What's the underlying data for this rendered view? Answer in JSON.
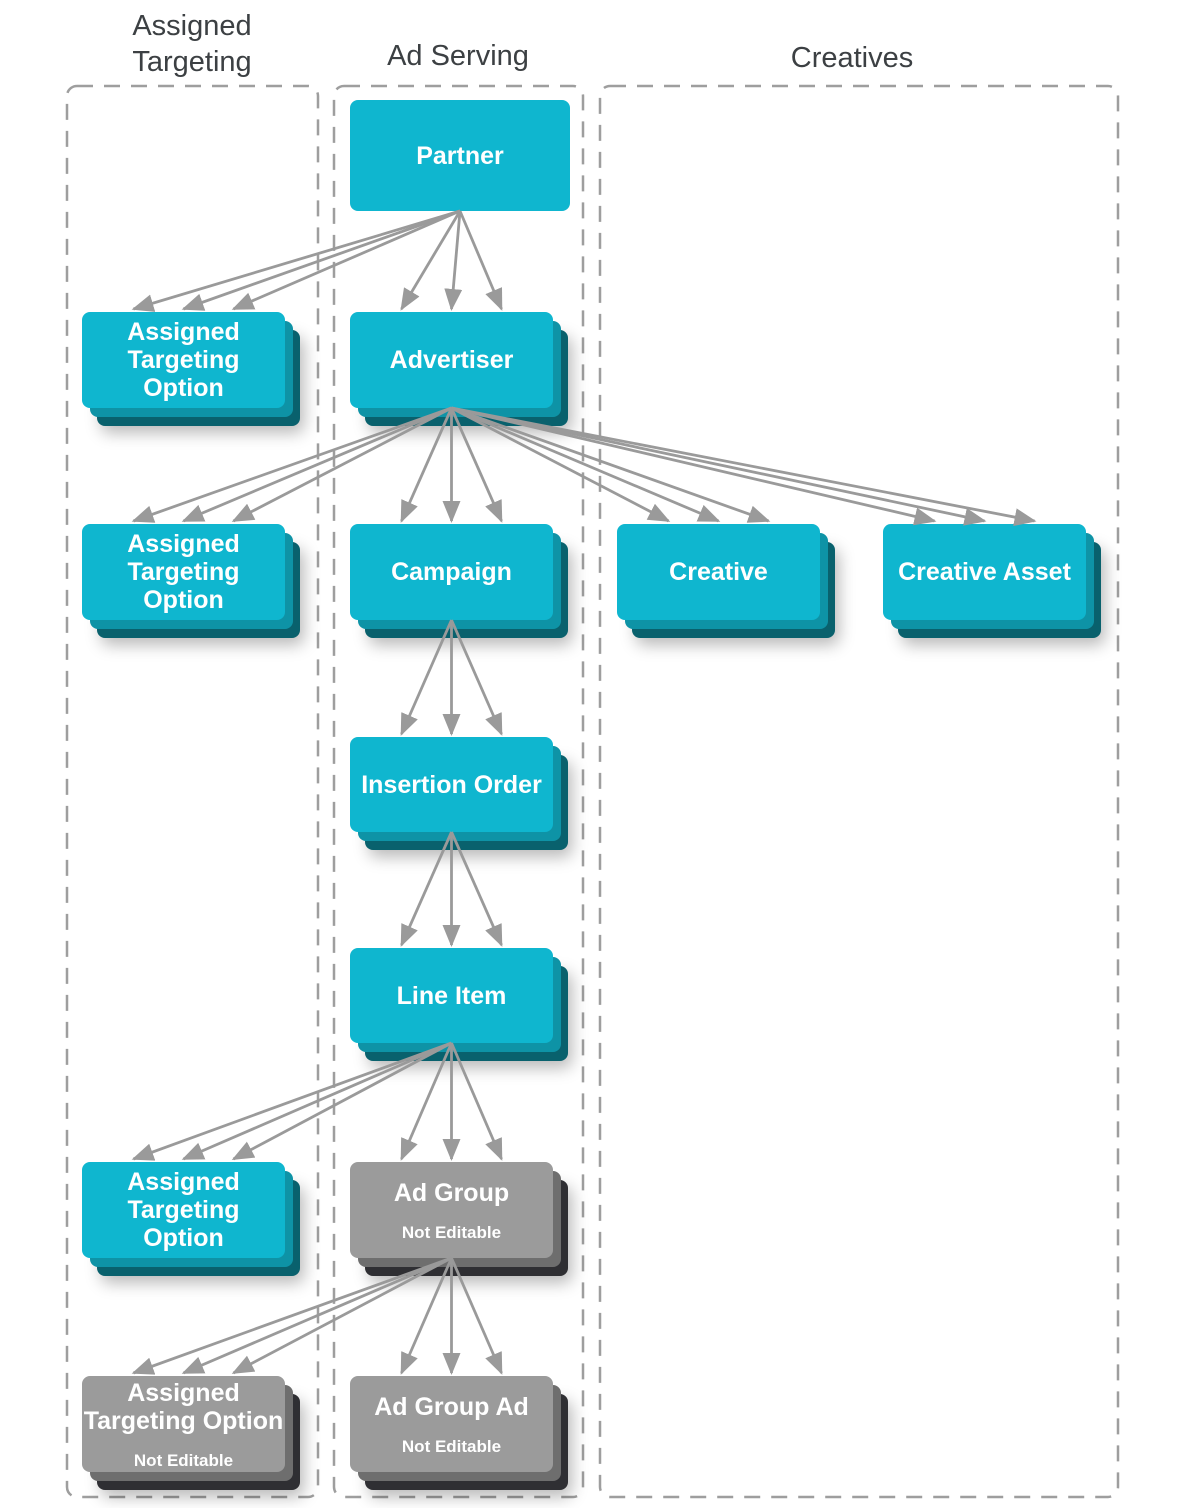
{
  "columns": [
    {
      "id": "assigned-targeting",
      "title": "Assigned Targeting"
    },
    {
      "id": "ad-serving",
      "title": "Ad Serving"
    },
    {
      "id": "creatives",
      "title": "Creatives"
    }
  ],
  "nodes": [
    {
      "id": "partner",
      "label": "Partner",
      "column": "ad-serving",
      "style": "cyan",
      "stacked": false
    },
    {
      "id": "ato-partner",
      "label": "Assigned\nTargeting\nOption",
      "column": "assigned-targeting",
      "style": "cyan",
      "stacked": true
    },
    {
      "id": "advertiser",
      "label": "Advertiser",
      "column": "ad-serving",
      "style": "cyan",
      "stacked": true
    },
    {
      "id": "ato-advertiser",
      "label": "Assigned\nTargeting\nOption",
      "column": "assigned-targeting",
      "style": "cyan",
      "stacked": true
    },
    {
      "id": "campaign",
      "label": "Campaign",
      "column": "ad-serving",
      "style": "cyan",
      "stacked": true
    },
    {
      "id": "creative",
      "label": "Creative",
      "column": "creatives",
      "style": "cyan",
      "stacked": true
    },
    {
      "id": "creative-asset",
      "label": "Creative Asset",
      "column": "creatives",
      "style": "cyan",
      "stacked": true
    },
    {
      "id": "insertion-order",
      "label": "Insertion Order",
      "column": "ad-serving",
      "style": "cyan",
      "stacked": true
    },
    {
      "id": "line-item",
      "label": "Line Item",
      "column": "ad-serving",
      "style": "cyan",
      "stacked": true
    },
    {
      "id": "ato-line-item",
      "label": "Assigned\nTargeting\nOption",
      "column": "assigned-targeting",
      "style": "cyan",
      "stacked": true
    },
    {
      "id": "ad-group",
      "label": "Ad Group",
      "sublabel": "Not Editable",
      "column": "ad-serving",
      "style": "gray",
      "stacked": true
    },
    {
      "id": "ato-ad-group",
      "label": "Assigned\nTargeting Option",
      "sublabel": "Not Editable",
      "column": "assigned-targeting",
      "style": "gray",
      "stacked": true
    },
    {
      "id": "ad-group-ad",
      "label": "Ad Group Ad",
      "sublabel": "Not Editable",
      "column": "ad-serving",
      "style": "gray",
      "stacked": true
    }
  ],
  "edges": [
    {
      "from": "partner",
      "to": "ato-partner"
    },
    {
      "from": "partner",
      "to": "advertiser"
    },
    {
      "from": "advertiser",
      "to": "ato-advertiser"
    },
    {
      "from": "advertiser",
      "to": "campaign"
    },
    {
      "from": "advertiser",
      "to": "creative"
    },
    {
      "from": "advertiser",
      "to": "creative-asset"
    },
    {
      "from": "campaign",
      "to": "insertion-order"
    },
    {
      "from": "insertion-order",
      "to": "line-item"
    },
    {
      "from": "line-item",
      "to": "ato-line-item"
    },
    {
      "from": "line-item",
      "to": "ad-group"
    },
    {
      "from": "ad-group",
      "to": "ato-ad-group"
    },
    {
      "from": "ad-group",
      "to": "ad-group-ad"
    }
  ],
  "colors": {
    "node_cyan": "#0fb6cf",
    "node_cyan_layer2": "#0e93a6",
    "node_cyan_layer3": "#09616d",
    "node_gray": "#9b9b9b",
    "node_gray_layer2": "#6e6e6e",
    "node_gray_layer3": "#2f2f33",
    "arrow": "#9a9a9a",
    "frame_border": "#9e9e9e",
    "title_text": "#3c4043",
    "node_text": "#ffffff"
  }
}
